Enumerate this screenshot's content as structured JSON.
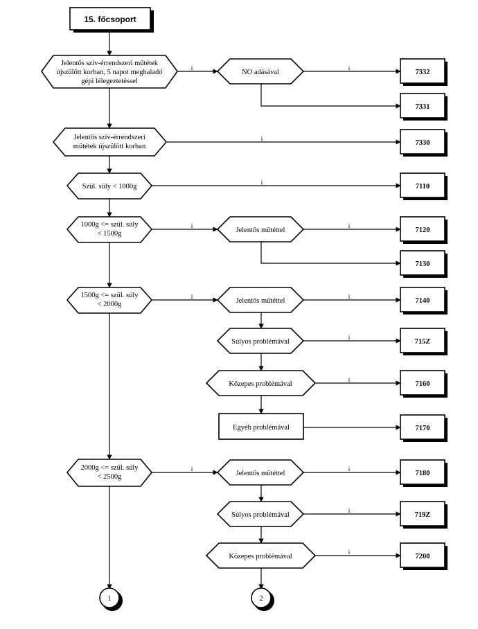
{
  "title": "15. főcsoport",
  "decisions": [
    {
      "id": "d1",
      "lines": [
        "Jelentős szív-érrendszeri műtétek",
        "újszülött korban, 5 napot meghaladó",
        "gépi lélegeztetéssel"
      ]
    },
    {
      "id": "d2",
      "lines": [
        "Jelentős szív-érrendszeri",
        "műtétek újszülött korban"
      ]
    },
    {
      "id": "d3",
      "lines": [
        "Szül. súly < 1000g"
      ]
    },
    {
      "id": "d4",
      "lines": [
        "1000g <= szül. súly",
        "< 1500g"
      ]
    },
    {
      "id": "d5",
      "lines": [
        "1500g <= szül. súly",
        "< 2000g"
      ]
    },
    {
      "id": "d6",
      "lines": [
        "2000g <= szül. súly",
        "< 2500g"
      ]
    }
  ],
  "subdecisions": [
    {
      "id": "s1",
      "label": "NO adásával"
    },
    {
      "id": "s2",
      "label": "Jelentős műtéttel"
    },
    {
      "id": "s3",
      "label": "Jelentős műtéttel"
    },
    {
      "id": "s4",
      "label": "Súlyos problémával"
    },
    {
      "id": "s5",
      "label": "Közepes problémával"
    },
    {
      "id": "s6",
      "label": "Egyéb problémával"
    },
    {
      "id": "s7",
      "label": "Jelentős műtéttel"
    },
    {
      "id": "s8",
      "label": "Súlyos problémával"
    },
    {
      "id": "s9",
      "label": "Közepes problémával"
    }
  ],
  "codes": [
    "7332",
    "7331",
    "7330",
    "7110",
    "7120",
    "7130",
    "7140",
    "715Z",
    "7160",
    "7170",
    "7180",
    "719Z",
    "7200"
  ],
  "edge_label_yes": "i",
  "connectors": [
    "1",
    "2"
  ]
}
